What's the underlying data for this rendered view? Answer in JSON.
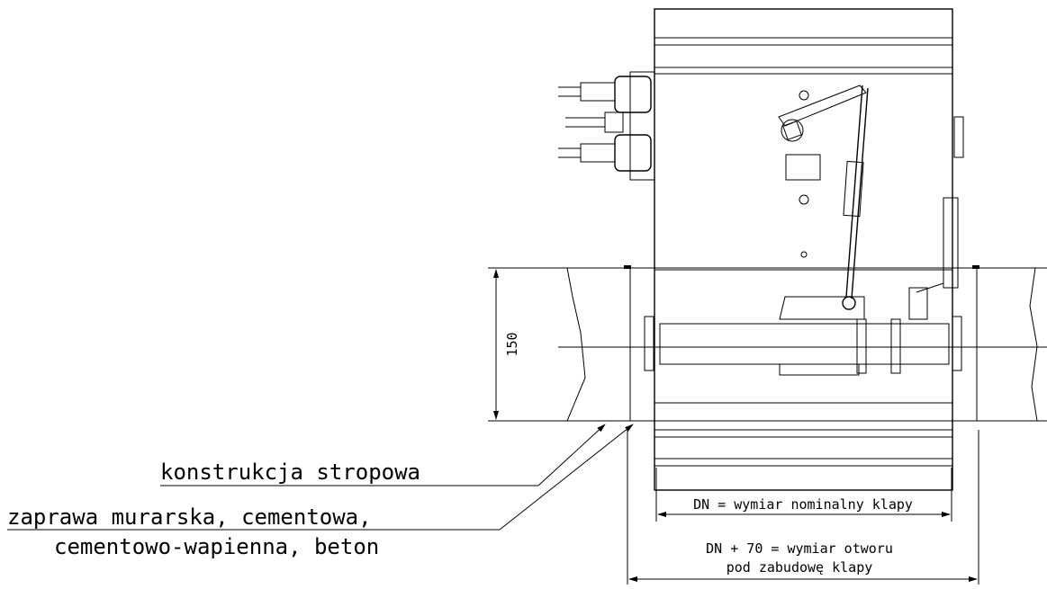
{
  "labels": {
    "dimension_height": "150",
    "ceiling_structure": "konstrukcja stropowa",
    "mortar_line1": "zaprawa murarska, cementowa,",
    "mortar_line2": "cementowo-wapienna, beton",
    "dn_nominal": "DN = wymiar nominalny klapy",
    "dn_opening_line1": "DN + 70 = wymiar otworu",
    "dn_opening_line2": "pod zabudowę klapy"
  }
}
